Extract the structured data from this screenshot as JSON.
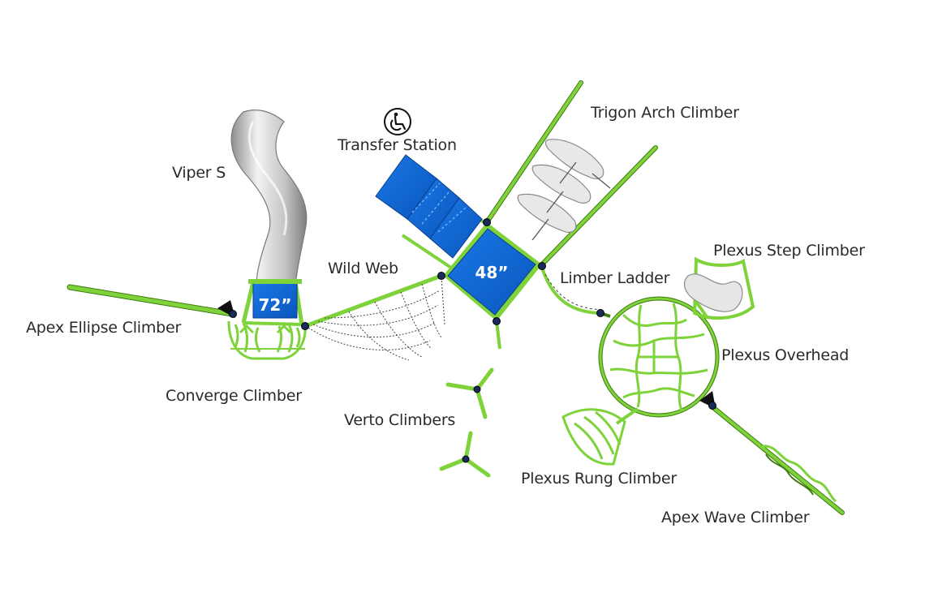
{
  "colors": {
    "structure_green": "#7ed23a",
    "structure_green_dark": "#3f7a12",
    "deck_blue": "#0b64d4",
    "deck_blue_dark": "#0a3f8c",
    "slide_silver": "#c9c9c9",
    "post_cap": "#1a2a5a",
    "label_text": "#2a2a2a"
  },
  "decks": {
    "tall": "72”",
    "mid": "48”"
  },
  "labels": {
    "viper_s": "Viper S",
    "transfer_station": "Transfer Station",
    "trigon_arch_climber": "Trigon Arch Climber",
    "wild_web": "Wild Web",
    "limber_ladder": "Limber Ladder",
    "plexus_step_climber": "Plexus Step Climber",
    "apex_ellipse_climber": "Apex Ellipse Climber",
    "plexus_overhead": "Plexus Overhead",
    "converge_climber": "Converge Climber",
    "verto_climbers": "Verto Climbers",
    "plexus_rung_climber": "Plexus Rung Climber",
    "apex_wave_climber": "Apex Wave Climber"
  },
  "icons": {
    "accessibility": "wheelchair-icon"
  }
}
